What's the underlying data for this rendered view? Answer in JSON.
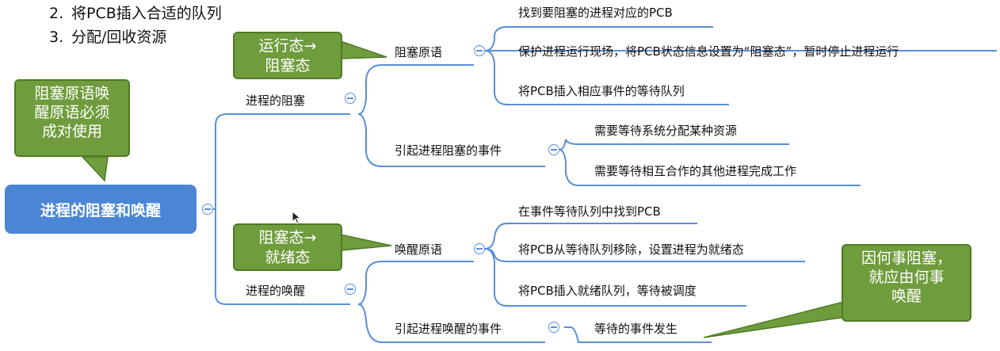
{
  "header_list": [
    {
      "num": "2.",
      "text": "将PCB插入合适的队列"
    },
    {
      "num": "3.",
      "text": "分配/回收资源"
    }
  ],
  "root": {
    "label": "进程的阻塞和唤醒"
  },
  "blocking": {
    "label": "进程的阻塞",
    "primitive": {
      "label": "阻塞原语",
      "steps": [
        "找到要阻塞的进程对应的PCB",
        "保护进程运行现场，将PCB状态信息设置为“阻塞态”，暂时停止进程运行",
        "将PCB插入相应事件的等待队列"
      ]
    },
    "events": {
      "label": "引起进程阻塞的事件",
      "items": [
        "需要等待系统分配某种资源",
        "需要等待相互合作的其他进程完成工作"
      ]
    }
  },
  "wakeup": {
    "label": "进程的唤醒",
    "primitive": {
      "label": "唤醒原语",
      "steps": [
        "在事件等待队列中找到PCB",
        "将PCB从等待队列移除，设置进程为就绪态",
        "将PCB插入就绪队列，等待被调度"
      ]
    },
    "events": {
      "label": "引起进程唤醒的事件",
      "items": [
        "等待的事件发生"
      ]
    }
  },
  "callouts": {
    "pair_note": [
      "阻塞原语唤",
      "醒原语必须",
      "成对使用"
    ],
    "run_to_block": [
      "运行态→",
      "阻塞态"
    ],
    "block_to_ready": [
      "阻塞态→",
      "就绪态"
    ],
    "cause_note": [
      "因何事阻塞，",
      "就应由何事",
      "唤醒"
    ]
  },
  "colors": {
    "root_fill": "#4b86d6",
    "link": "#5a8fd8",
    "underline": "#4a7fd0",
    "note_fill": "#6f9c3d"
  }
}
